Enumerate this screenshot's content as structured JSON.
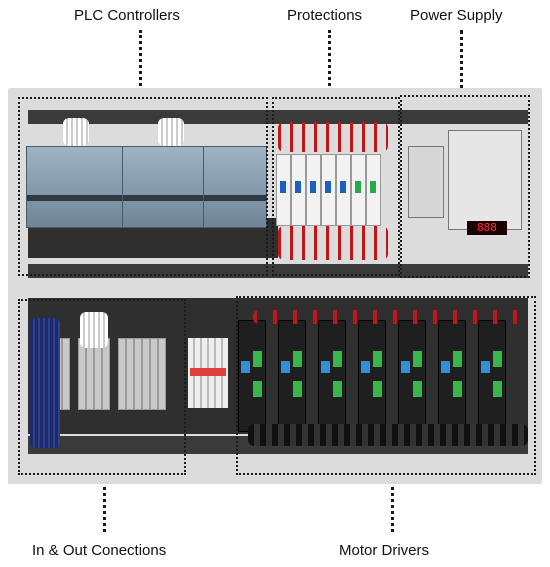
{
  "labels": {
    "plc_controllers": "PLC Controllers",
    "protections": "Protections",
    "power_supply": "Power Supply",
    "in_out_connections": "In & Out Conections",
    "motor_drivers": "Motor Drivers"
  },
  "psu_display": "888",
  "colors": {
    "panel_bg": "#dcdcdc",
    "wire_red": "#c0161b",
    "wire_blue": "#1d2a6b",
    "plc_grey": "#7d92a3",
    "driver_green": "#39b54a"
  }
}
